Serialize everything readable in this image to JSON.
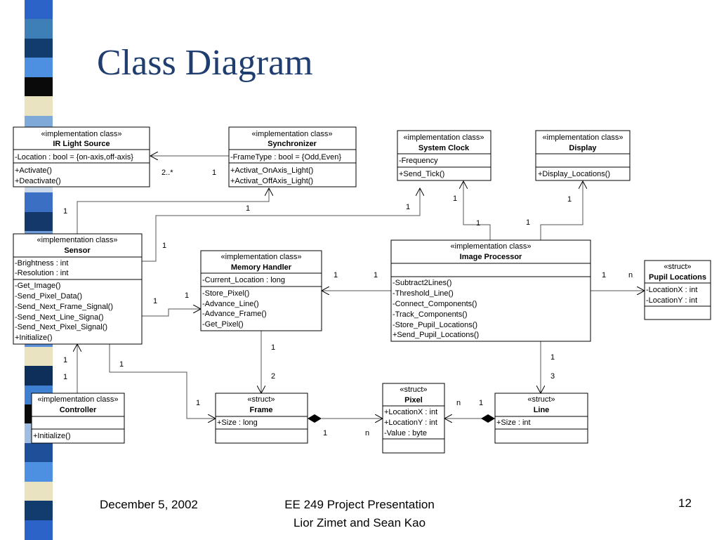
{
  "title": "Class Diagram",
  "stripe_colors": [
    "#2b63c8",
    "#3e7fb8",
    "#123b6e",
    "#4d8fe0",
    "#0a0a0a",
    "#e9e3c2",
    "#7fa9d8",
    "#0d2f5a",
    "#2458b8",
    "#cbd9ea",
    "#3a6fc4",
    "#14386a",
    "#6f9bd8",
    "#0a0a0a",
    "#dcd6b4",
    "#2b63c8",
    "#173f78",
    "#5c8fda",
    "#e9e3c2",
    "#0d2f5a",
    "#3e7fd0",
    "#0a0a0a",
    "#9fbde0",
    "#1f4f98",
    "#4d8fe0",
    "#e9e3c2",
    "#123b6e",
    "#2b63c8"
  ],
  "classes": {
    "ir_light_source": {
      "stereotype": "«implementation class»",
      "name": "IR Light Source",
      "attributes": [
        "-Location : bool = {on-axis,off-axis}"
      ],
      "operations": [
        "+Activate()",
        "+Deactivate()"
      ]
    },
    "synchronizer": {
      "stereotype": "«implementation class»",
      "name": "Synchronizer",
      "attributes": [
        "-FrameType : bool = {Odd,Even}"
      ],
      "operations": [
        "+Activat_OnAxis_Light()",
        "+Activat_OffAxis_Light()"
      ]
    },
    "system_clock": {
      "stereotype": "«implementation class»",
      "name": "System Clock",
      "attributes": [
        "-Frequency"
      ],
      "operations": [
        "+Send_Tick()"
      ]
    },
    "display": {
      "stereotype": "«implementation class»",
      "name": "Display",
      "attributes": [],
      "operations": [
        "+Display_Locations()"
      ]
    },
    "sensor": {
      "stereotype": "«implementation class»",
      "name": "Sensor",
      "attributes": [
        "-Brightness : int",
        "-Resolution : int"
      ],
      "operations": [
        "-Get_Image()",
        "-Send_Pixel_Data()",
        "-Send_Next_Frame_Signal()",
        "-Send_Next_Line_Signa()",
        "-Send_Next_Pixel_Signal()",
        "+Initialize()"
      ]
    },
    "memory_handler": {
      "stereotype": "«implementation class»",
      "name": "Memory Handler",
      "attributes": [
        "-Current_Location : long"
      ],
      "operations": [
        "-Store_Pixel()",
        "-Advance_Line()",
        "-Advance_Frame()",
        "-Get_Pixel()"
      ]
    },
    "image_processor": {
      "stereotype": "«implementation class»",
      "name": "Image Processor",
      "attributes": [],
      "operations": [
        "-Subtract2Lines()",
        "-Threshold_Line()",
        "-Connect_Components()",
        "-Track_Components()",
        "-Store_Pupil_Locations()",
        "+Send_Pupil_Locations()"
      ]
    },
    "pupil_locations": {
      "stereotype": "«struct»",
      "name": "Pupil Locations",
      "attributes": [
        "-LocationX : int",
        "-LocationY : int"
      ],
      "operations": []
    },
    "controller": {
      "stereotype": "«implementation class»",
      "name": "Controller",
      "attributes": [],
      "operations": [
        "+Initialize()"
      ]
    },
    "frame": {
      "stereotype": "«struct»",
      "name": "Frame",
      "attributes": [
        "+Size : long"
      ],
      "operations": []
    },
    "pixel": {
      "stereotype": "«struct»",
      "name": "Pixel",
      "attributes": [
        "+LocationX : int",
        "+LocationY : int",
        "-Value : byte"
      ],
      "operations": []
    },
    "line": {
      "stereotype": "«struct»",
      "name": "Line",
      "attributes": [
        "+Size : int"
      ],
      "operations": []
    }
  },
  "multiplicities": {
    "sync_ir_src": "2..*",
    "sync_ir_dst": "1",
    "clock_a": "1",
    "clock_b": "1",
    "clock_c": "1",
    "sensor_side": "1",
    "clock_d": "1",
    "display_a": "1",
    "display_b": "1",
    "sensor_mem_a": "1",
    "sensor_mem_b": "1",
    "ip_mem_a": "1",
    "ip_mem_b": "1",
    "ip_pupil_a": "1",
    "ip_pupil_b": "n",
    "mem_frame_a": "1",
    "mem_frame_b": "2",
    "ip_line_a": "1",
    "ip_line_b": "3",
    "sensor_frame_a": "1",
    "sensor_frame_b": "1",
    "frame_pixel_a": "1",
    "frame_pixel_b": "n",
    "line_pixel_a": "n",
    "line_pixel_b": "1",
    "ctrl_a": "1",
    "ctrl_b": "1",
    "ctrl_c": "1",
    "ctrl_d": "1"
  },
  "footer": {
    "date": "December 5, 2002",
    "line1": "EE 249 Project Presentation",
    "line2": "Lior Zimet and Sean Kao",
    "page": "12"
  }
}
